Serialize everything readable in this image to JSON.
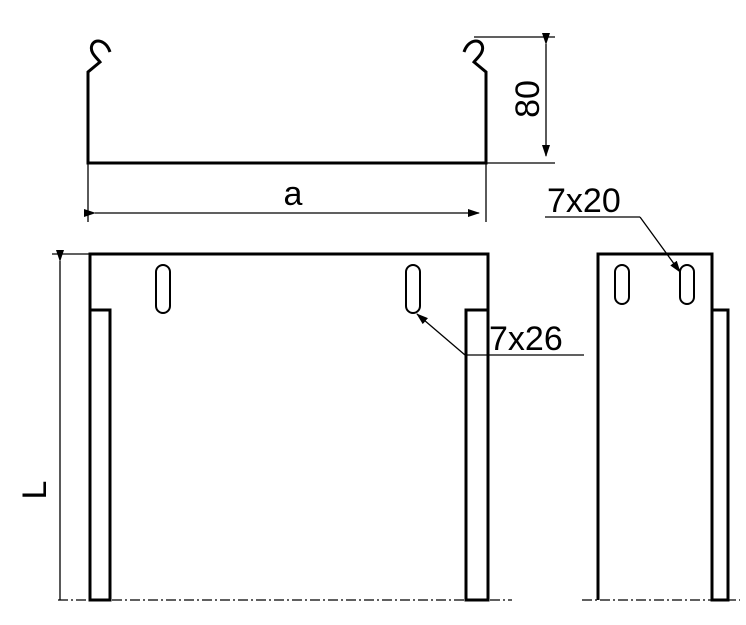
{
  "labels": {
    "width": "a",
    "height": "80",
    "length": "L",
    "slot_bottom": "7x26",
    "slot_side": "7x20"
  },
  "colors": {
    "ink": "#000000",
    "background": "#ffffff"
  }
}
